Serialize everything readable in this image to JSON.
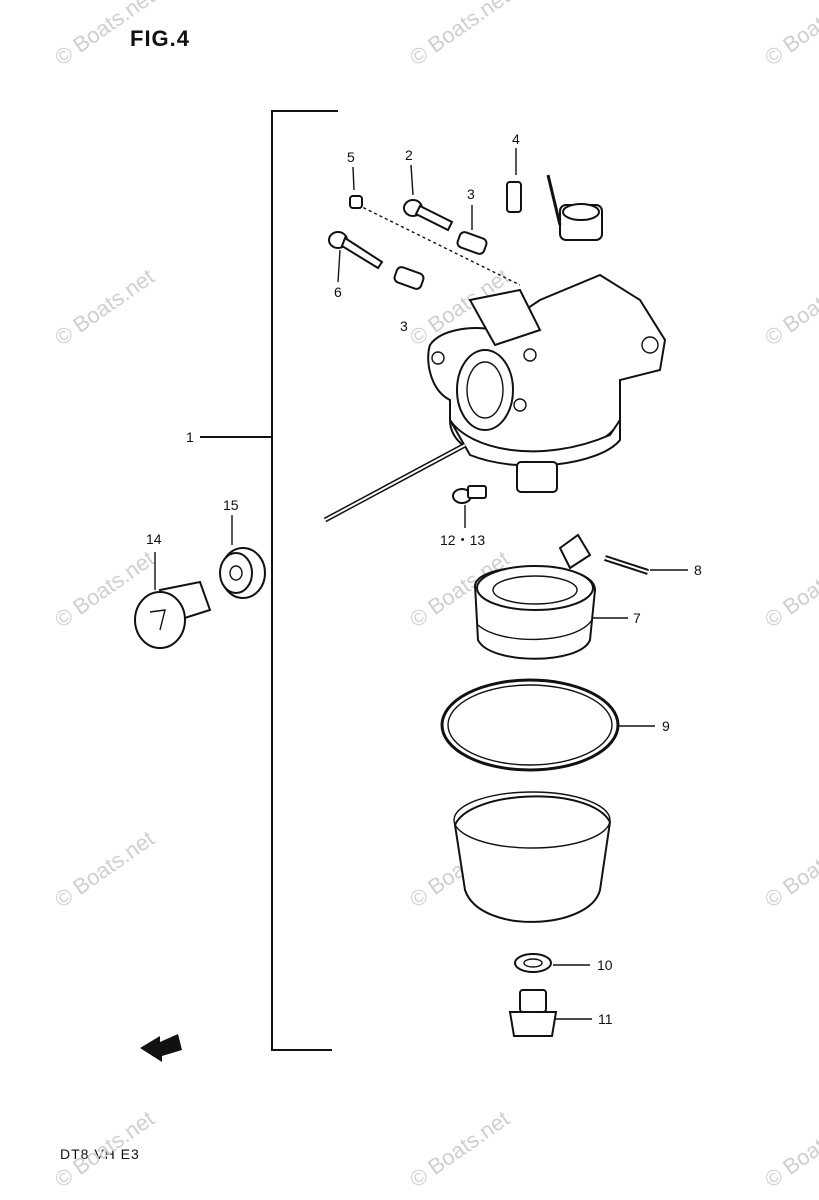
{
  "figure": {
    "title": "FIG.4",
    "model": "DT8 VH E3"
  },
  "watermark": "© Boats.net",
  "callouts": [
    {
      "id": "c1",
      "label": "1"
    },
    {
      "id": "c2",
      "label": "2"
    },
    {
      "id": "c3a",
      "label": "3"
    },
    {
      "id": "c3b",
      "label": "3"
    },
    {
      "id": "c4",
      "label": "4"
    },
    {
      "id": "c5",
      "label": "5"
    },
    {
      "id": "c6",
      "label": "6"
    },
    {
      "id": "c7",
      "label": "7"
    },
    {
      "id": "c8",
      "label": "8"
    },
    {
      "id": "c9",
      "label": "9"
    },
    {
      "id": "c10",
      "label": "10"
    },
    {
      "id": "c11",
      "label": "11"
    },
    {
      "id": "c1213",
      "label": "12・13"
    },
    {
      "id": "c14",
      "label": "14"
    },
    {
      "id": "c15",
      "label": "15"
    }
  ],
  "colors": {
    "ink": "#111111",
    "watermark": "#cfcfcf",
    "background": "#ffffff"
  },
  "icons": {
    "front_arrow": "arrow-left-icon"
  }
}
